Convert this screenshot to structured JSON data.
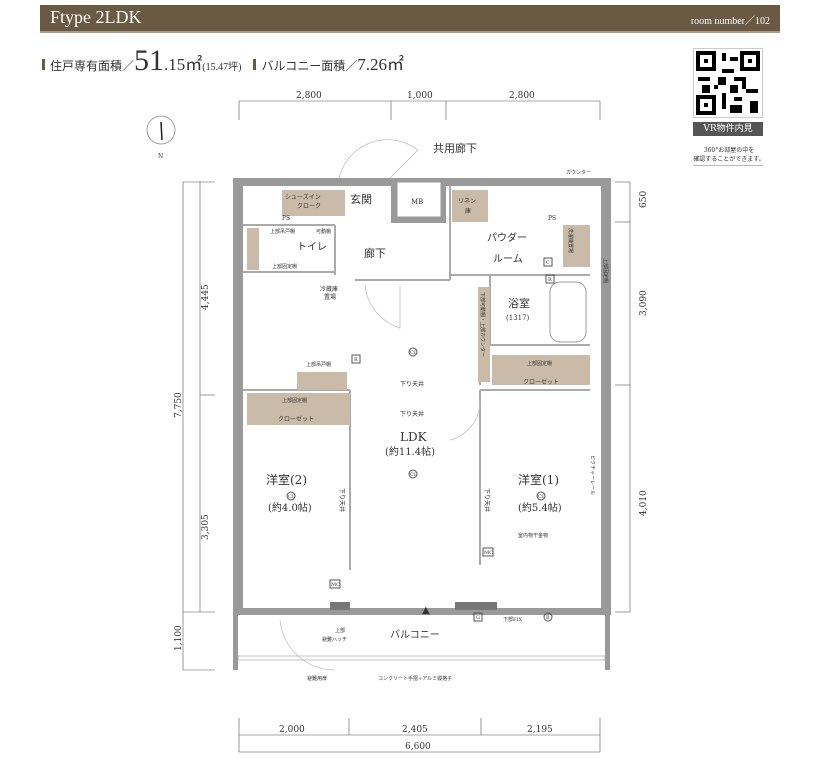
{
  "header": {
    "title": "Ftype 2LDK",
    "room_number": "room number／102"
  },
  "area": {
    "unit_label": "住戸専有面積／",
    "unit_int": "51",
    "unit_dec": ".15㎡",
    "unit_tsubo": "(15.47坪)",
    "balcony_label": "バルコニー面積／",
    "balcony_value": "7.26㎡"
  },
  "vr": {
    "button": "VR物件内見",
    "note_line1": "360°お部屋の中を",
    "note_line2": "確認することができます。"
  },
  "compass": {
    "north": "N"
  },
  "dimensions": {
    "top": [
      "2,800",
      "1,000",
      "2,800"
    ],
    "bottom": [
      "2,000",
      "2,405",
      "2,195"
    ],
    "bottom_total": "6,600",
    "left": [
      "4,445",
      "3,305"
    ],
    "left_total": "7,750",
    "left_balcony": "1,100",
    "right": [
      "650",
      "3,090",
      "4,010"
    ]
  },
  "rooms": {
    "common_corridor": "共用廊下",
    "entrance": "玄関",
    "mb": "MB",
    "shoe_cloak_1": "シューズイン",
    "shoe_cloak_2": "クローク",
    "linen_1": "リネン",
    "linen_2": "庫",
    "toilet": "トイレ",
    "hallway": "廊下",
    "powder_1": "パウダー",
    "powder_2": "ルーム",
    "bath": "浴室",
    "bath_size": "(1317)",
    "fridge_1": "冷蔵庫",
    "fridge_2": "置場",
    "ldk": "LDK",
    "ldk_size": "(約11.4帖)",
    "western2": "洋室(2)",
    "western2_size": "(約4.0帖)",
    "western1": "洋室(1)",
    "western1_size": "(約5.4帖)",
    "balcony": "バルコニー",
    "closet": "クローゼット",
    "fixed_shelf": "上部固定棚",
    "hanging_shelf": "上部吊戸棚",
    "movable_shelf": "可動棚",
    "lowered_ceiling": "下り天井",
    "counter": "カウンター",
    "laundry": "洗濯機置場",
    "kitchen_counter": "下部可動棚・上部カウンター",
    "picture_rail": "ピクチャーレール",
    "drying": "室内物干金物",
    "lower_fix": "下部FIX",
    "hatch_1": "上部",
    "hatch_2": "避難ハッチ",
    "escape_door": "避難用扉",
    "railing": "コンクリート手摺+アルミ縦格子",
    "ps": "PS",
    "cl": "CL",
    "mc": "MC",
    "r": "R",
    "c": "C",
    "g": "G",
    "b": "B"
  }
}
